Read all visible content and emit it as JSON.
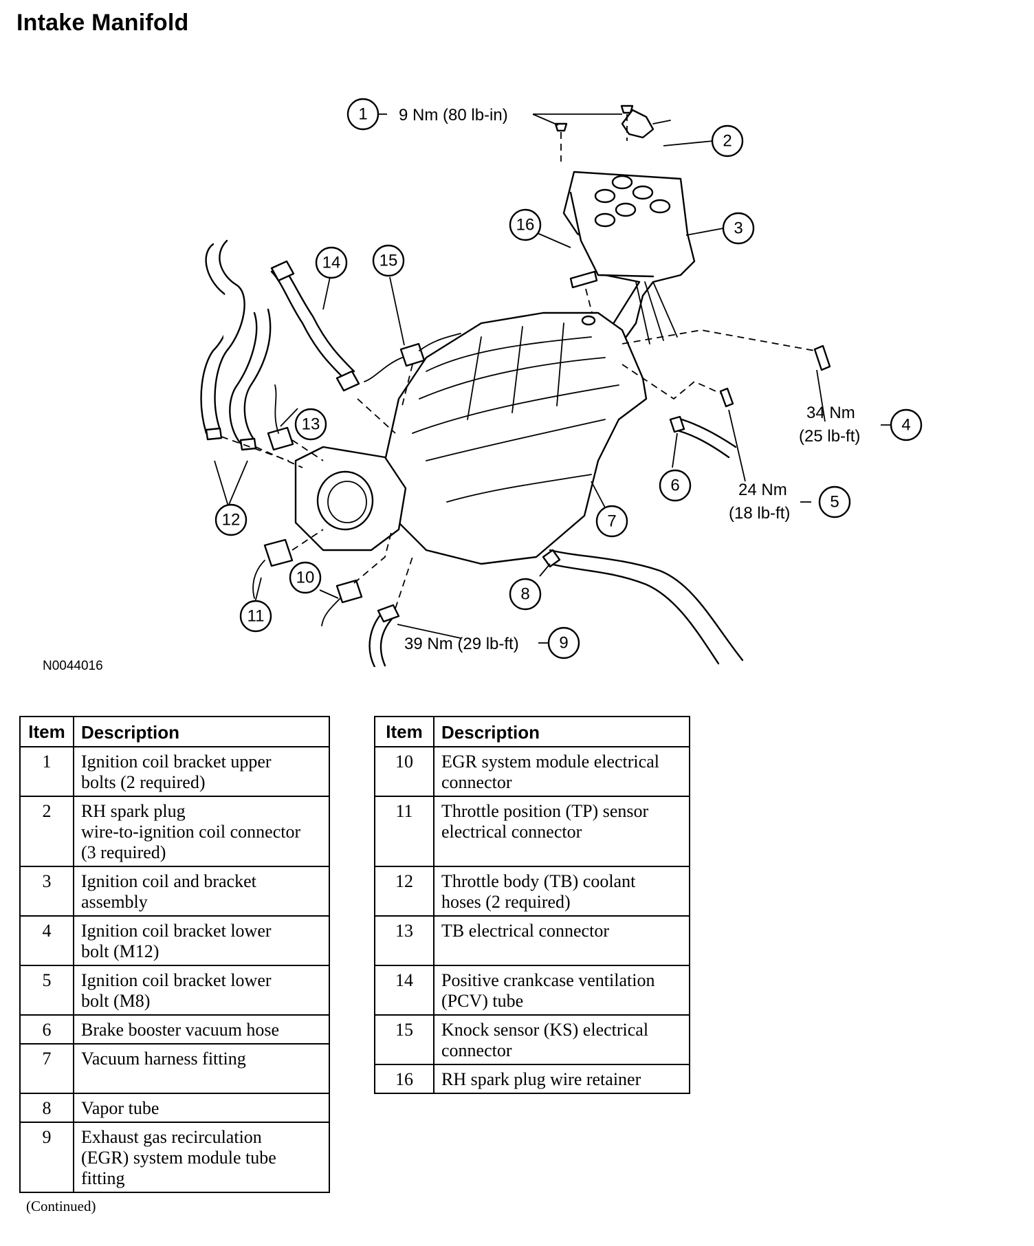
{
  "page": {
    "title": "Intake Manifold",
    "figure_id": "N0044016",
    "continued": "(Continued)"
  },
  "callouts": [
    {
      "num": "1",
      "torque": "9 Nm (80 lb-in)"
    },
    {
      "num": "2"
    },
    {
      "num": "3"
    },
    {
      "num": "4",
      "torque_nm": "34 Nm",
      "torque_imp": "(25 lb-ft)"
    },
    {
      "num": "5",
      "torque_nm": "24 Nm",
      "torque_imp": "(18 lb-ft)"
    },
    {
      "num": "6"
    },
    {
      "num": "7"
    },
    {
      "num": "8"
    },
    {
      "num": "9",
      "torque": "39 Nm (29 lb-ft)"
    },
    {
      "num": "10"
    },
    {
      "num": "11"
    },
    {
      "num": "12"
    },
    {
      "num": "13"
    },
    {
      "num": "14"
    },
    {
      "num": "15"
    },
    {
      "num": "16"
    }
  ],
  "table": {
    "header_item": "Item",
    "header_description": "Description",
    "rows_left": [
      {
        "item": "1",
        "lines": [
          "Ignition coil bracket upper",
          "bolts (2 required)"
        ]
      },
      {
        "item": "2",
        "lines": [
          "RH spark plug",
          "wire-to-ignition coil connector",
          "(3 required)"
        ]
      },
      {
        "item": "3",
        "lines": [
          "Ignition coil and bracket",
          "assembly"
        ]
      },
      {
        "item": "4",
        "lines": [
          "Ignition coil bracket lower",
          "bolt (M12)"
        ]
      },
      {
        "item": "5",
        "lines": [
          "Ignition coil bracket lower",
          "bolt (M8)"
        ]
      },
      {
        "item": "6",
        "lines": [
          "Brake booster vacuum hose"
        ]
      },
      {
        "item": "7",
        "lines": [
          "Vacuum harness fitting",
          ""
        ]
      },
      {
        "item": "8",
        "lines": [
          "Vapor tube"
        ]
      },
      {
        "item": "9",
        "lines": [
          "Exhaust gas recirculation",
          "(EGR) system module tube",
          "fitting"
        ]
      }
    ],
    "rows_right": [
      {
        "item": "10",
        "lines": [
          "EGR system module electrical",
          "connector"
        ]
      },
      {
        "item": "11",
        "lines": [
          "Throttle position (TP) sensor",
          "electrical connector",
          ""
        ]
      },
      {
        "item": "12",
        "lines": [
          "Throttle body (TB) coolant",
          "hoses (2 required)"
        ]
      },
      {
        "item": "13",
        "lines": [
          "TB electrical connector",
          ""
        ]
      },
      {
        "item": "14",
        "lines": [
          "Positive crankcase ventilation",
          "(PCV) tube"
        ]
      },
      {
        "item": "15",
        "lines": [
          "Knock sensor (KS) electrical",
          "connector"
        ]
      },
      {
        "item": "16",
        "lines": [
          "RH spark plug wire retainer"
        ]
      }
    ]
  }
}
